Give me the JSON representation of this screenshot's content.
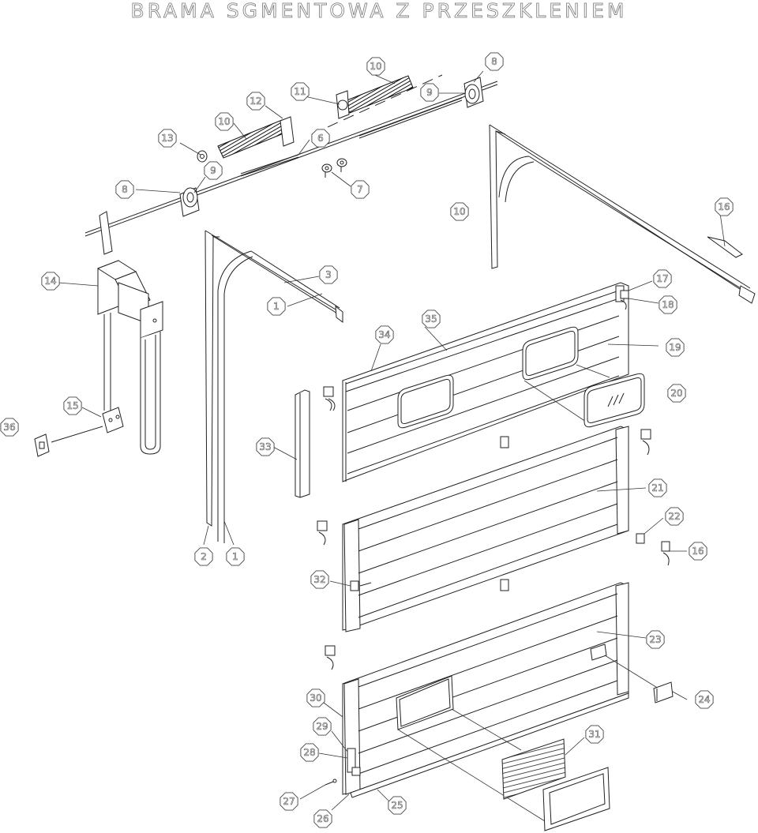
{
  "title": "BRAMA SGMENTOWA Z PRZESZKLENIEM",
  "callouts": [
    "10",
    "8",
    "12",
    "11",
    "9",
    "10",
    "13",
    "6",
    "9",
    "7",
    "8",
    "10",
    "16",
    "14",
    "3",
    "17",
    "1",
    "18",
    "35",
    "34",
    "19",
    "20",
    "15",
    "36",
    "33",
    "21",
    "22",
    "2",
    "1",
    "16",
    "32",
    "23",
    "30",
    "24",
    "31",
    "29",
    "28",
    "27",
    "25",
    "26"
  ]
}
